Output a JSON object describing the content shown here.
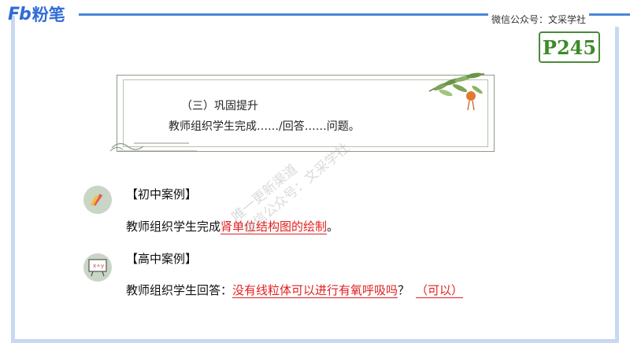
{
  "header": {
    "logo_fb": "Fb",
    "logo_cn": "粉笔",
    "wechat": "微信公众号：文采学社"
  },
  "page_badge": "P245",
  "consolidation": {
    "title": "（三）巩固提升",
    "text": "教师组织学生完成……/回答……问题。"
  },
  "cases": [
    {
      "title": "【初中案例】",
      "text_prefix": "教师组织学生完成",
      "text_highlight": "肾单位结构图的绘制",
      "text_suffix": "。",
      "icon": "pencil-ruler-icon"
    },
    {
      "title": "【高中案例】",
      "text_prefix": "教师组织学生回答：",
      "text_highlight": "没有线粒体可以进行有氧呼吸吗",
      "text_suffix": "？",
      "text_answer": "（可以）",
      "icon": "blackboard-icon"
    }
  ],
  "watermark": {
    "line1": "唯一更新渠道",
    "line2": "微信公众号：文采学社"
  },
  "colors": {
    "accent": "#2f6bd8",
    "badge": "#3d8a2a",
    "highlight": "#e02020"
  }
}
